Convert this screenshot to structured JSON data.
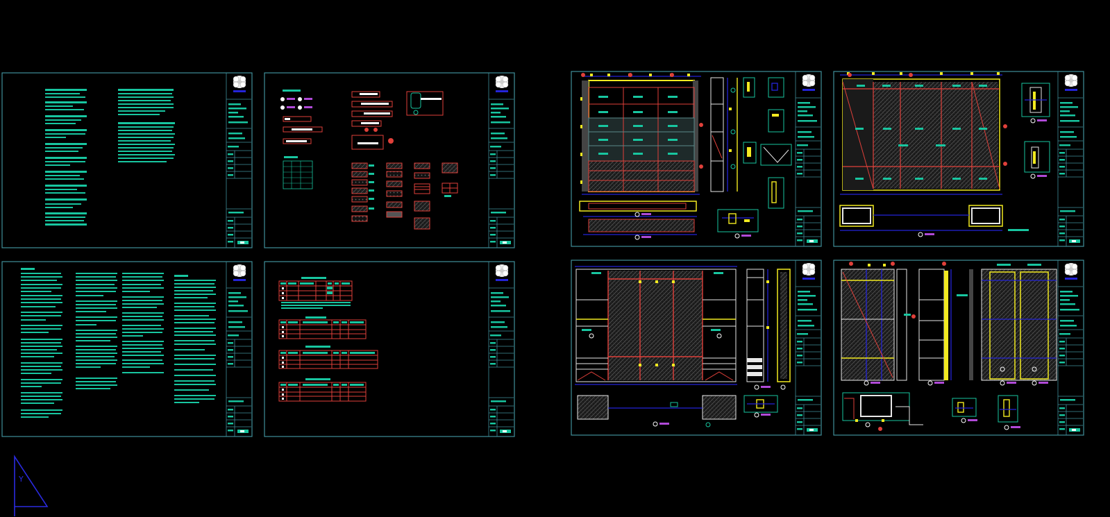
{
  "window": {
    "title": "",
    "background": "#000000"
  },
  "colors": {
    "frame": "#3f8f9a",
    "text_block": "#18c6a0",
    "red": "#e0403a",
    "yellow": "#f2ea20",
    "blue": "#2424d8",
    "white": "#e8e8e8",
    "magenta": "#b04ad8"
  },
  "sheets": [
    {
      "id": "sheet-1",
      "kind": "notes-2col",
      "logo": "flower-logo-icon"
    },
    {
      "id": "sheet-2",
      "kind": "legend-symbols",
      "logo": "flower-logo-icon"
    },
    {
      "id": "sheet-3",
      "kind": "elevation-cabinet",
      "logo": "flower-logo-icon"
    },
    {
      "id": "sheet-4",
      "kind": "elevation-wall-panels",
      "logo": "flower-logo-icon"
    },
    {
      "id": "sheet-5",
      "kind": "notes-4col",
      "logo": "flower-logo-icon"
    },
    {
      "id": "sheet-6",
      "kind": "schedule-tables",
      "logo": "flower-logo-icon"
    },
    {
      "id": "sheet-7",
      "kind": "elevation-wardrobe",
      "logo": "flower-logo-icon"
    },
    {
      "id": "sheet-8",
      "kind": "elevation-details",
      "logo": "flower-logo-icon"
    }
  ],
  "ucs_icon": {
    "name": "ucs-icon",
    "axis_label": "Y"
  }
}
